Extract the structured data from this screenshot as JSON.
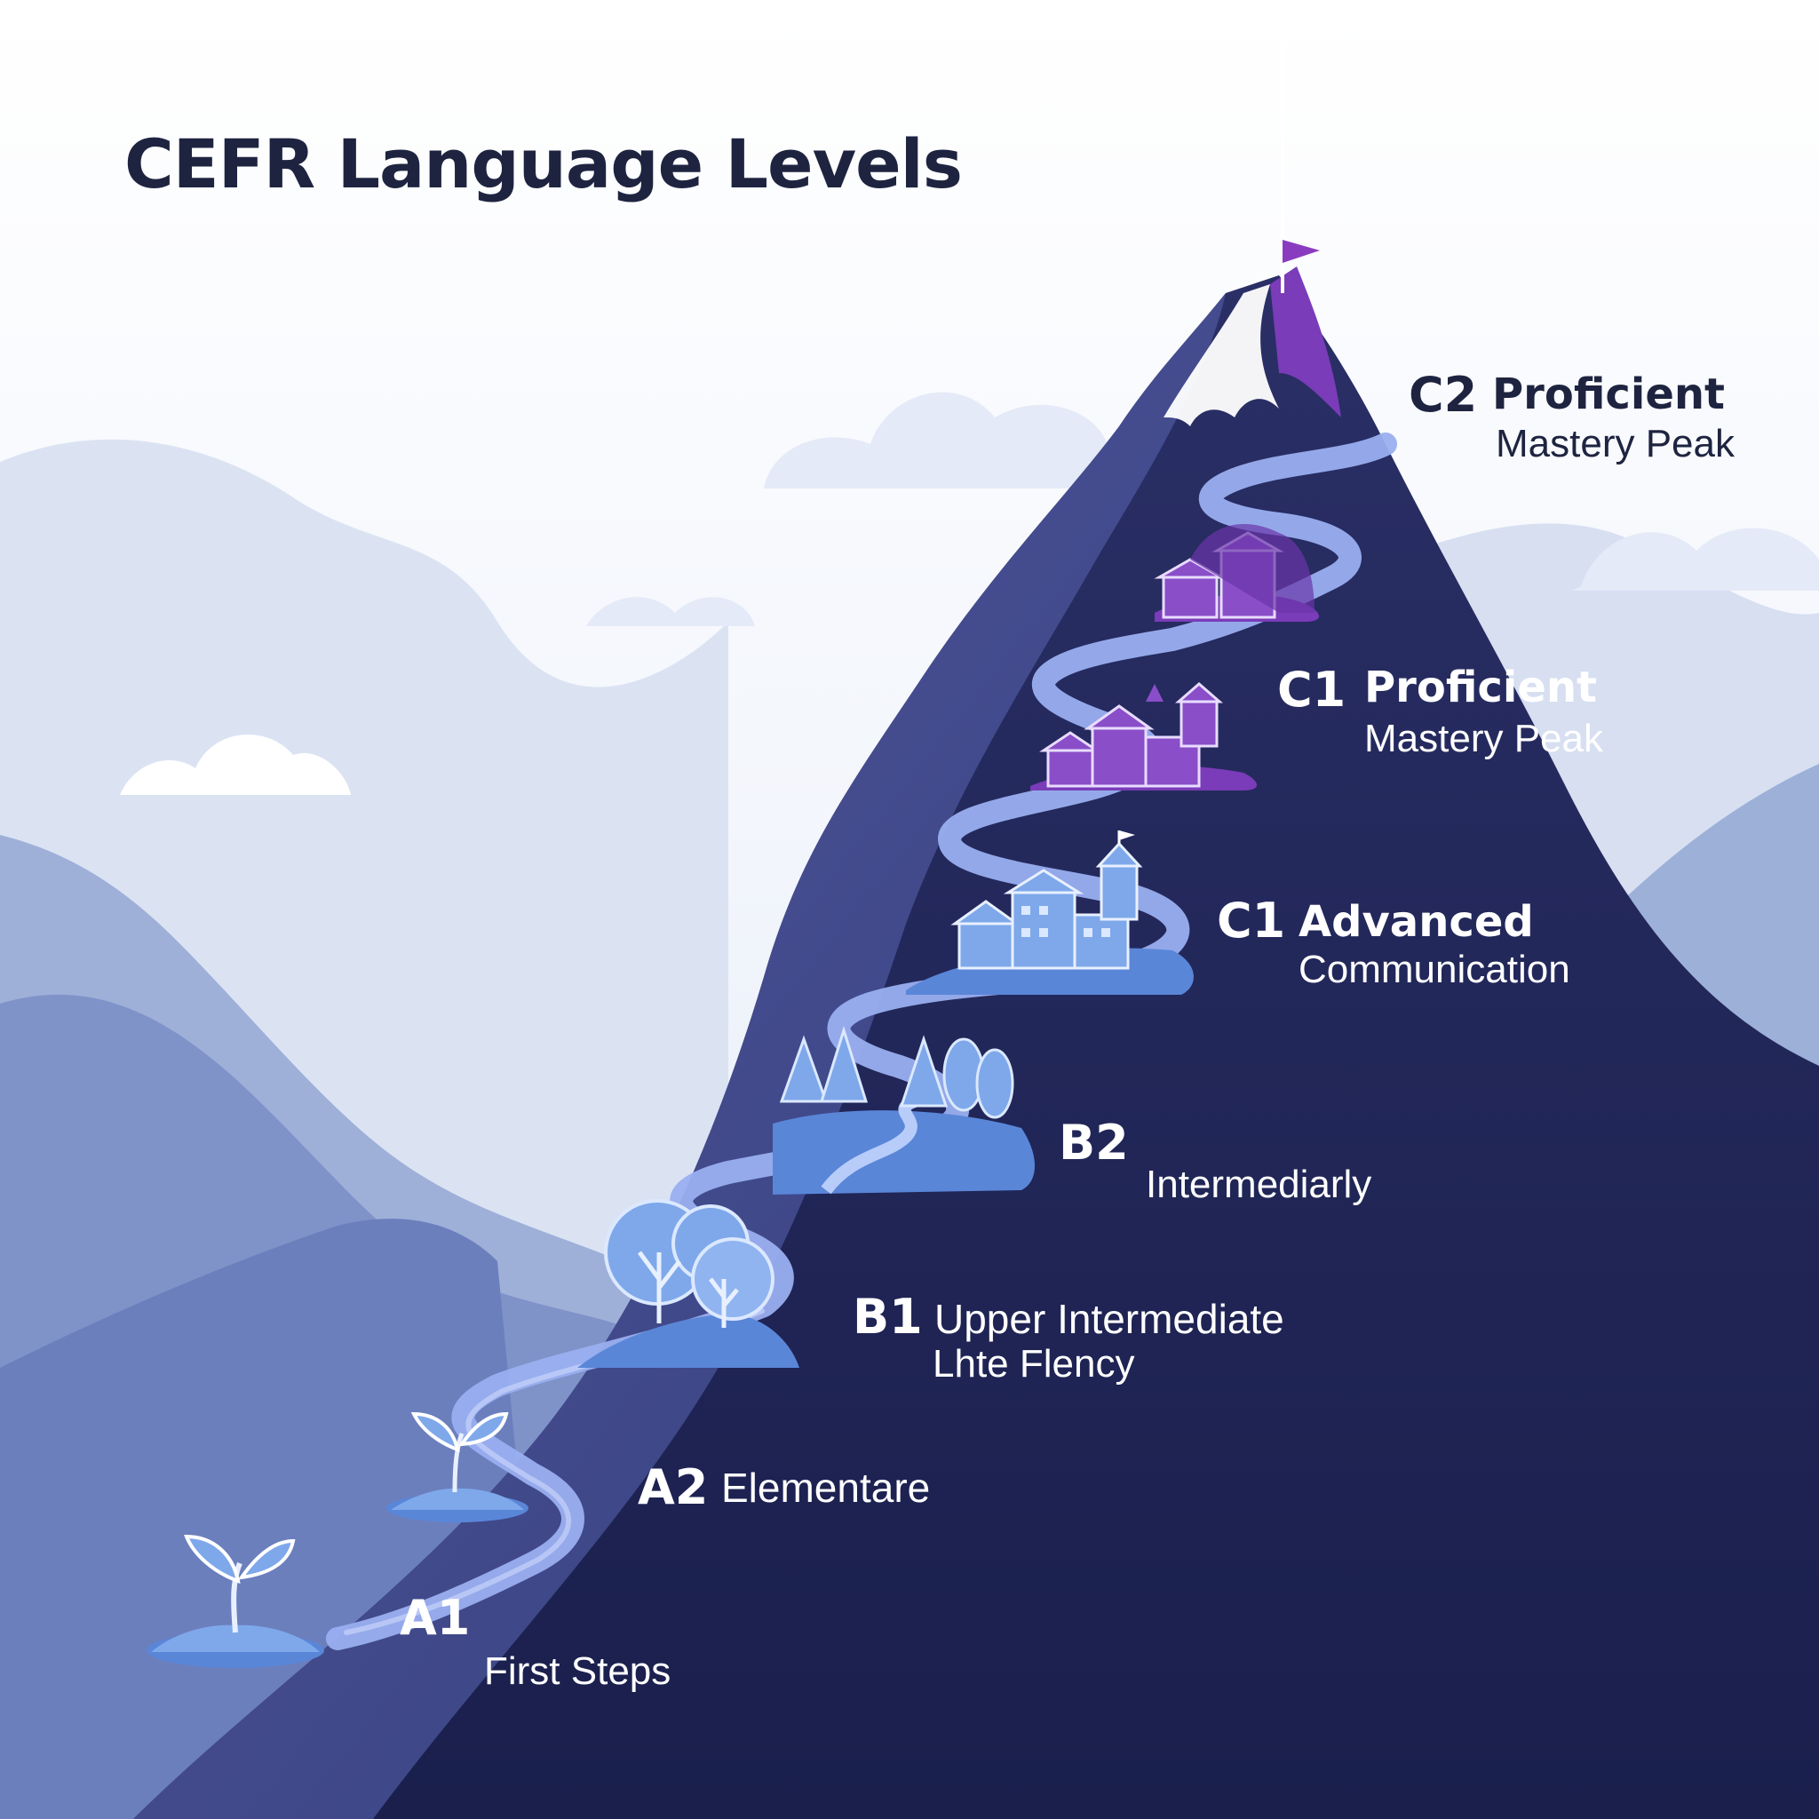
{
  "title": "CEFR Language Levels",
  "colors": {
    "mountain_dark": "#1e2456",
    "mountain_shade": "#3c4a8e",
    "path": "#9aaff0",
    "accent_purple": "#7a3cb8",
    "flag": "#8a3cc0",
    "haze": "#b9c5e2",
    "text_dark": "#1e2440",
    "text_light": "#ffffff"
  },
  "levels": [
    {
      "code": "A1",
      "name": "",
      "subtitle": "First Steps",
      "icon": "sprout-icon"
    },
    {
      "code": "A2",
      "name": "Elementare",
      "subtitle": "",
      "icon": "sprout-icon"
    },
    {
      "code": "B1",
      "name": "Upper Intermediate",
      "subtitle": "Lhte Flency",
      "icon": "trees-icon"
    },
    {
      "code": "B2",
      "name": "",
      "subtitle": "Intermediarly",
      "icon": "pine-forest-icon"
    },
    {
      "code": "C1",
      "name": "Advanced",
      "subtitle": "Communication",
      "icon": "village-icon"
    },
    {
      "code": "C1",
      "name": "Proficient",
      "subtitle": "Mastery Peak",
      "icon": "town-icon"
    },
    {
      "code": "C2",
      "name": "Proficient",
      "subtitle": "Mastery Peak",
      "icon": "summit-flag-icon"
    }
  ]
}
